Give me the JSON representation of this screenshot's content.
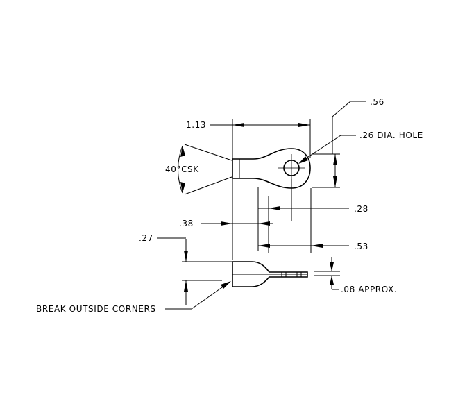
{
  "dimensions": {
    "width_overall": "1.13",
    "countersink": "40°CSK",
    "depth_56": ".56",
    "hole": ".26 DIA. HOLE",
    "offset_28": ".28",
    "offset_38": ".38",
    "height_27": ".27",
    "offset_53": ".53",
    "thickness": ".08 APPROX."
  },
  "notes": {
    "break_corners": "BREAK OUTSIDE CORNERS"
  }
}
